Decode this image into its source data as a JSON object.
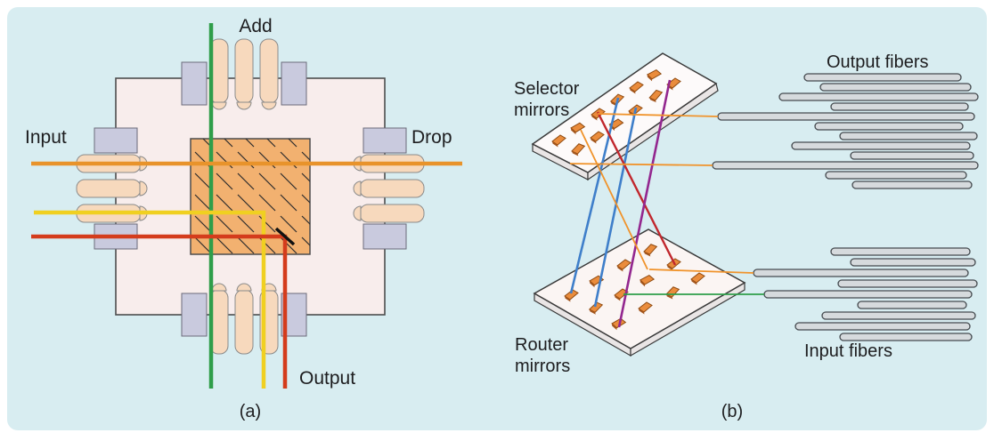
{
  "figure": {
    "background": "#d8edf1",
    "caption_a": "(a)",
    "caption_b": "(b)"
  },
  "panel_a": {
    "port_labels": {
      "top": "Add",
      "left": "Input",
      "right": "Drop",
      "bottom": "Output"
    },
    "beam_colors": {
      "add_through": "#2f9e4a",
      "input_drop": "#e8932b",
      "reflected_yellow": "#f0d021",
      "reflected_red": "#d43c1c"
    },
    "mirror_mark_color": "#111111"
  },
  "panel_b": {
    "labels": {
      "selector_line1": "Selector",
      "selector_line2": "mirrors",
      "router_line1": "Router",
      "router_line2": "mirrors",
      "output_fibers": "Output fibers",
      "input_fibers": "Input fibers"
    },
    "beam_colors": {
      "blue": "#3f7fca",
      "purple": "#93278f",
      "red": "#c1272d",
      "orange": "#f0932b",
      "green": "#2f9e4a"
    }
  }
}
